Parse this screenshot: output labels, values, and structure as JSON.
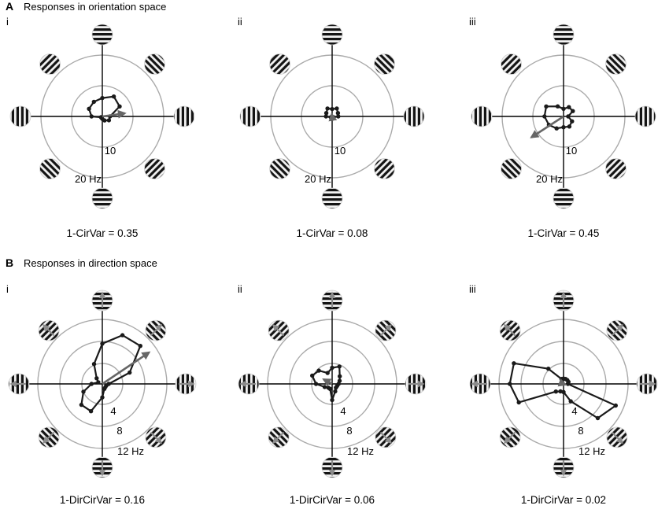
{
  "sections": [
    {
      "letter": "A",
      "title": "Responses in orientation space",
      "space": "orientation",
      "panels": [
        {
          "label": "i",
          "index_text": "1-CirVar = 0.35",
          "chart_data": {
            "type": "polar",
            "space": "orientation",
            "rings": [
              10,
              20
            ],
            "ring_labels": [
              "10",
              "20 Hz"
            ],
            "r_unit": "Hz",
            "angles_deg": [
              0,
              30,
              60,
              90,
              120,
              150,
              180,
              210,
              240,
              270,
              300,
              330
            ],
            "values": [
              2.5,
              6.5,
              7.5,
              6.0,
              5.5,
              5.0,
              3.5,
              0.5,
              0.5,
              0.8,
              1.5,
              2.5
            ],
            "vector": {
              "angle_deg": 8,
              "magnitude": 7.4
            }
          }
        },
        {
          "label": "ii",
          "index_text": "1-CirVar = 0.08",
          "chart_data": {
            "type": "polar",
            "space": "orientation",
            "rings": [
              10,
              20
            ],
            "ring_labels": [
              "10",
              "20 Hz"
            ],
            "r_unit": "Hz",
            "angles_deg": [
              0,
              30,
              60,
              90,
              120,
              150,
              180,
              210,
              240,
              270,
              300,
              330
            ],
            "values": [
              2.0,
              2.2,
              3.0,
              2.4,
              3.0,
              2.2,
              2.0,
              0.5,
              0.5,
              0.5,
              0.5,
              0.5
            ],
            "vector": {
              "angle_deg": 100,
              "magnitude": 0.8
            }
          }
        },
        {
          "label": "iii",
          "index_text": "1-CirVar = 0.45",
          "chart_data": {
            "type": "polar",
            "space": "orientation",
            "rings": [
              10,
              20
            ],
            "ring_labels": [
              "10",
              "20 Hz"
            ],
            "r_unit": "Hz",
            "angles_deg": [
              0,
              30,
              60,
              90,
              120,
              150,
              180,
              210,
              240,
              270,
              300,
              330
            ],
            "values": [
              1.5,
              3.5,
              3.5,
              2.5,
              3.8,
              6.5,
              6.2,
              5.5,
              4.5,
              3.5,
              3.8,
              3.2
            ],
            "vector": {
              "angle_deg": 213,
              "magnitude": 12.5
            }
          }
        }
      ]
    },
    {
      "letter": "B",
      "title": "Responses in direction space",
      "space": "direction",
      "panels": [
        {
          "label": "i",
          "index_text": "1-DirCirVar = 0.16",
          "chart_data": {
            "type": "polar",
            "space": "direction",
            "rings": [
              4,
              8,
              12
            ],
            "ring_labels": [
              "4",
              "8",
              "12 Hz"
            ],
            "r_unit": "Hz",
            "angles_deg": [
              0,
              22.5,
              45,
              67.5,
              90,
              112.5,
              135,
              157.5,
              180,
              202.5,
              225,
              247.5,
              270,
              292.5,
              315,
              337.5
            ],
            "values": [
              1.2,
              5.5,
              10.0,
              9.8,
              7.5,
              4.0,
              1.5,
              0.8,
              2.0,
              3.8,
              5.5,
              5.5,
              2.5,
              1.0,
              0.8,
              0.8
            ],
            "vector": {
              "angle_deg": 34,
              "magnitude": 10.5
            }
          }
        },
        {
          "label": "ii",
          "index_text": "1-DirCirVar = 0.06",
          "chart_data": {
            "type": "polar",
            "space": "direction",
            "rings": [
              4,
              8,
              12
            ],
            "ring_labels": [
              "4",
              "8",
              "12 Hz"
            ],
            "r_unit": "Hz",
            "angles_deg": [
              0,
              22.5,
              45,
              67.5,
              90,
              112.5,
              135,
              157.5,
              180,
              202.5,
              225,
              247.5,
              270,
              292.5,
              315,
              337.5
            ],
            "values": [
              1.2,
              1.5,
              2.0,
              3.5,
              3.0,
              2.2,
              3.5,
              4.0,
              3.0,
              1.5,
              1.0,
              1.0,
              3.0,
              1.5,
              1.0,
              1.0
            ],
            "vector": {
              "angle_deg": 152,
              "magnitude": 1.8
            }
          }
        },
        {
          "label": "iii",
          "index_text": "1-DirCirVar = 0.02",
          "chart_data": {
            "type": "polar",
            "space": "direction",
            "rings": [
              4,
              8,
              12
            ],
            "ring_labels": [
              "4",
              "8",
              "12 Hz"
            ],
            "r_unit": "Hz",
            "angles_deg": [
              0,
              22.5,
              45,
              67.5,
              90,
              112.5,
              135,
              157.5,
              180,
              202.5,
              225,
              247.5,
              270,
              292.5,
              315,
              337.5
            ],
            "values": [
              0.8,
              1.0,
              1.0,
              1.0,
              1.0,
              1.0,
              4.0,
              10.0,
              10.0,
              9.0,
              2.0,
              1.5,
              1.5,
              3.5,
              9.0,
              10.5
            ],
            "vector": {
              "angle_deg": 340,
              "magnitude": 0.4
            }
          }
        }
      ]
    }
  ],
  "colors": {
    "ring": "#aaaaaa",
    "axis": "#000000",
    "trace": "#1a1a1a",
    "marker": "#1a1a1a",
    "vector": "#666666",
    "grating_dark": "#141414",
    "grating_light": "#f2f2f2",
    "motion_arrow": "#8c8c8c"
  },
  "icons": {
    "stimulus": "grating-stimulus-icon",
    "motion_arrow": "motion-direction-arrow-icon"
  }
}
